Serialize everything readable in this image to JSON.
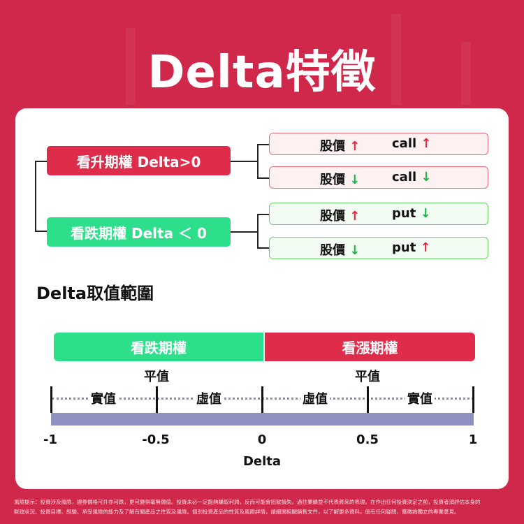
{
  "title": "Delta特徵",
  "tree": {
    "call_label": "看升期權 Delta>0",
    "put_label": "看跌期權 Delta ＜ 0",
    "rows": [
      {
        "stock": "股價",
        "stock_arrow": "↑",
        "option": "call",
        "option_arrow": "↑"
      },
      {
        "stock": "股價",
        "stock_arrow": "↓",
        "option": "call",
        "option_arrow": "↓"
      },
      {
        "stock": "股價",
        "stock_arrow": "↑",
        "option": "put",
        "option_arrow": "↓"
      },
      {
        "stock": "股價",
        "stock_arrow": "↓",
        "option": "put",
        "option_arrow": "↑"
      }
    ]
  },
  "range": {
    "title": "Delta取值範圍",
    "put_band": "看跌期權",
    "call_band": "看漲期權",
    "atm_left": "平值",
    "atm_right": "平值",
    "segments": [
      "實值",
      "虛值",
      "虛值",
      "實值"
    ],
    "ticks": [
      "-1",
      "-0.5",
      "0",
      "0.5",
      "1"
    ],
    "axis_label": "Delta"
  },
  "colors": {
    "red": "#de2c4a",
    "green": "#2ddf8a",
    "bar": "#9090c2"
  },
  "disclaimer": [
    "風險提示：投資涉及風險，證券價格可升亦可跌，更可變得毫無價值。投資未必一定能夠賺取利潤，反而可能會招致損失。過往業績並不代表將來的表現。在作出任何投資決定之前，投資者須評估本身的",
    "財政狀況、投資目標、經驗、承受風險的能力及了解有關產品之性質及風險。個別投資產品的性質及風險詳情，請細閱相關銷售文件，以了解更多資料。倘有任何疑問，應徵詢獨立的專業意見。"
  ]
}
